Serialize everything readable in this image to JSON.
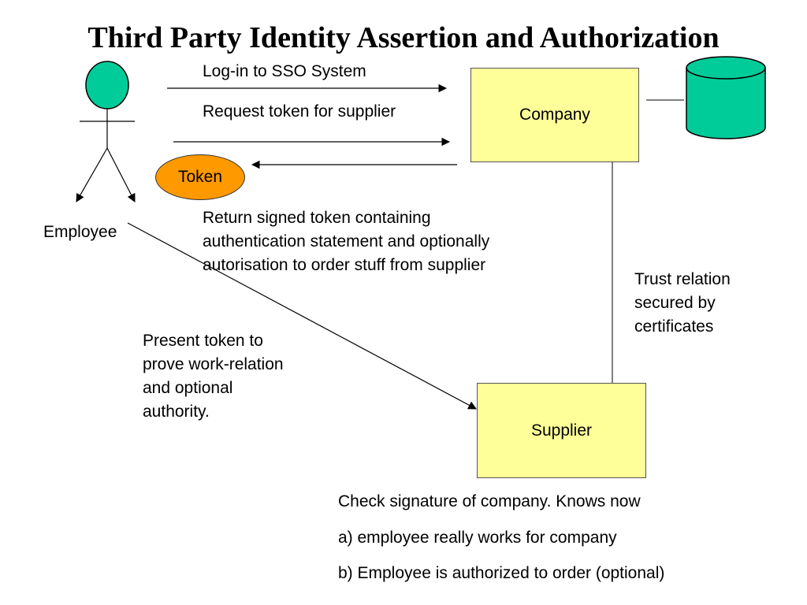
{
  "title": "Third Party Identity Assertion and Authorization",
  "actors": {
    "employee_label": "Employee"
  },
  "nodes": {
    "company": "Company",
    "supplier": "Supplier",
    "token": "Token"
  },
  "messages": {
    "login": "Log-in to SSO System",
    "request": "Request token for supplier",
    "return_lines": [
      "Return signed token containing",
      "authentication statement and optionally",
      "autorisation to order stuff from supplier"
    ],
    "present_lines": [
      "Present token to",
      "prove work-relation",
      "and optional",
      "authority."
    ],
    "trust_lines": [
      "Trust relation",
      "secured by",
      "certificates"
    ]
  },
  "notes": {
    "check": "Check signature of company. Knows now",
    "item_a": "a) employee really works for company",
    "item_b": "b) Employee is authorized to order (optional)"
  },
  "colors": {
    "actor_head": "#00cc99",
    "database": "#00cc99",
    "box_fill": "#ffff99",
    "token_fill": "#ff9900"
  }
}
